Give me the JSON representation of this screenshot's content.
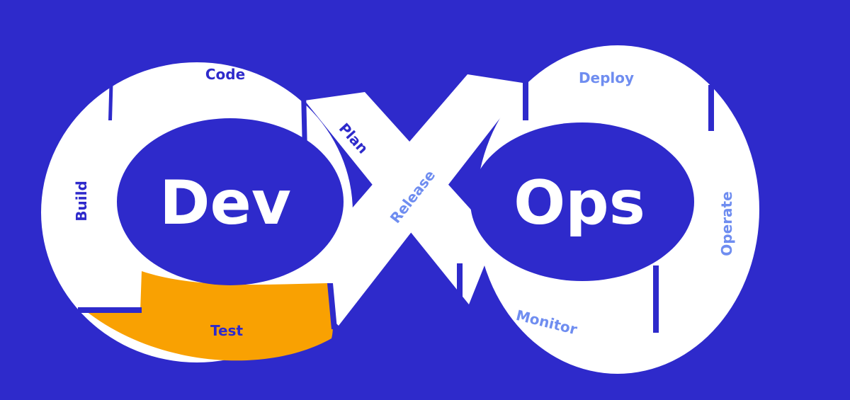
{
  "diagram": {
    "left_hub": {
      "label": "Dev"
    },
    "right_hub": {
      "label": "Ops"
    },
    "stages": {
      "code": "Code",
      "build": "Build",
      "test": "Test",
      "plan": "Plan",
      "release": "Release",
      "deploy": "Deploy",
      "operate": "Operate",
      "monitor": "Monitor"
    }
  },
  "colors": {
    "background": "#2e2acb",
    "ring": "#ffffff",
    "highlight": "#f9a102",
    "dev_text": "#2e2acb",
    "ops_text": "#6f8df0",
    "hub_text": "#ffffff"
  }
}
